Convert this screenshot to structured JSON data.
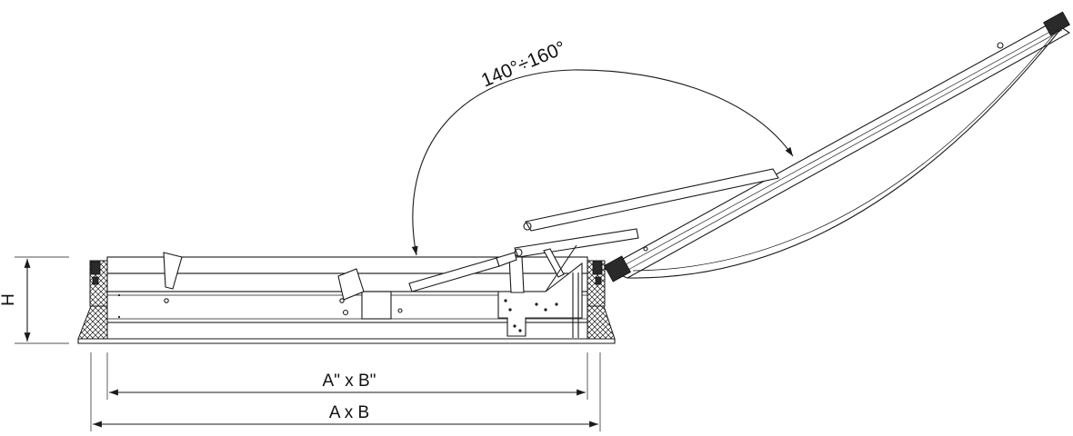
{
  "dimensions": {
    "opening_angle": "140°÷160°",
    "height": "H",
    "inner_size": "A\" x B\"",
    "outer_size": "A x B"
  },
  "colors": {
    "line": "#1a1a1a",
    "background": "#ffffff"
  }
}
